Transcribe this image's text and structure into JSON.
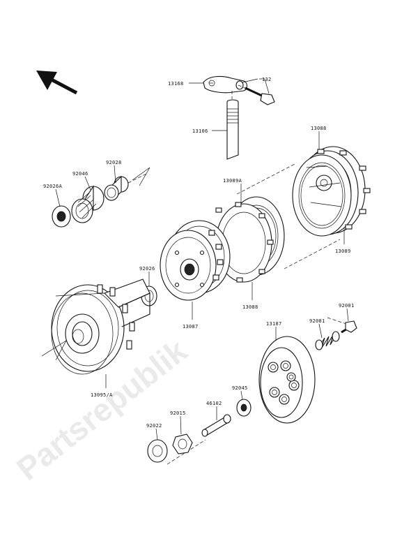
{
  "diagram": {
    "watermark": "Partsrepublik",
    "parts": {
      "lever": "13168",
      "bolt": "132",
      "rod": "13106",
      "plate_top": "13088",
      "plate_a": "13089A",
      "bushing": "92028",
      "needle_bearing": "92046",
      "washer_a": "92026A",
      "plate_right": "13089",
      "clutch_hub": "13087",
      "washer": "92026",
      "plate_bottom": "13088",
      "housing": "13095/A",
      "pressure_plate": "13187",
      "bolt_right": "92001",
      "spring": "92081",
      "bearing": "92045",
      "pusher": "46102",
      "nut": "92015",
      "washer_b": "92022"
    }
  }
}
